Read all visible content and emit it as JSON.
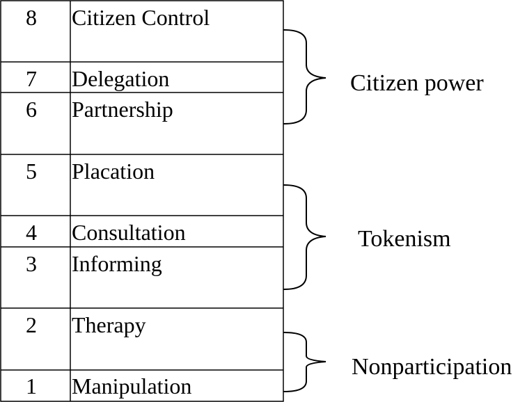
{
  "rungs": [
    {
      "number": "8",
      "label": "Citizen Control"
    },
    {
      "number": "7",
      "label": "Delegation"
    },
    {
      "number": "6",
      "label": "Partnership"
    },
    {
      "number": "5",
      "label": "Placation"
    },
    {
      "number": "4",
      "label": "Consultation"
    },
    {
      "number": "3",
      "label": "Informing"
    },
    {
      "number": "2",
      "label": "Therapy"
    },
    {
      "number": "1",
      "label": "Manipulation"
    }
  ],
  "groups": [
    {
      "label": "Citizen power"
    },
    {
      "label": "Tokenism"
    },
    {
      "label": "Nonparticipation"
    }
  ]
}
